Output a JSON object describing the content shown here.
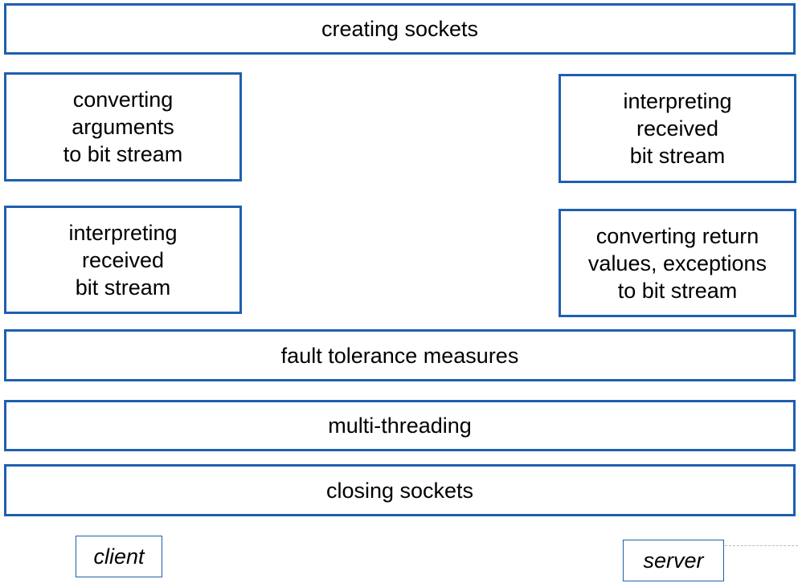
{
  "diagram": {
    "layers": {
      "creating_sockets": "creating sockets",
      "fault_tolerance": "fault tolerance measures",
      "multi_threading": "multi-threading",
      "closing_sockets": "closing sockets"
    },
    "client_boxes": {
      "convert_args": "converting\narguments\nto bit stream",
      "interpret_received": "interpreting\nreceived\n bit stream"
    },
    "server_boxes": {
      "interpret_received": "interpreting\nreceived\n bit stream",
      "convert_return": "converting return\nvalues, exceptions\nto bit stream"
    },
    "labels": {
      "client": "client",
      "server": "server"
    },
    "colors": {
      "border": "#1f5fb0",
      "dashed_line": "#b9b9b9"
    }
  }
}
